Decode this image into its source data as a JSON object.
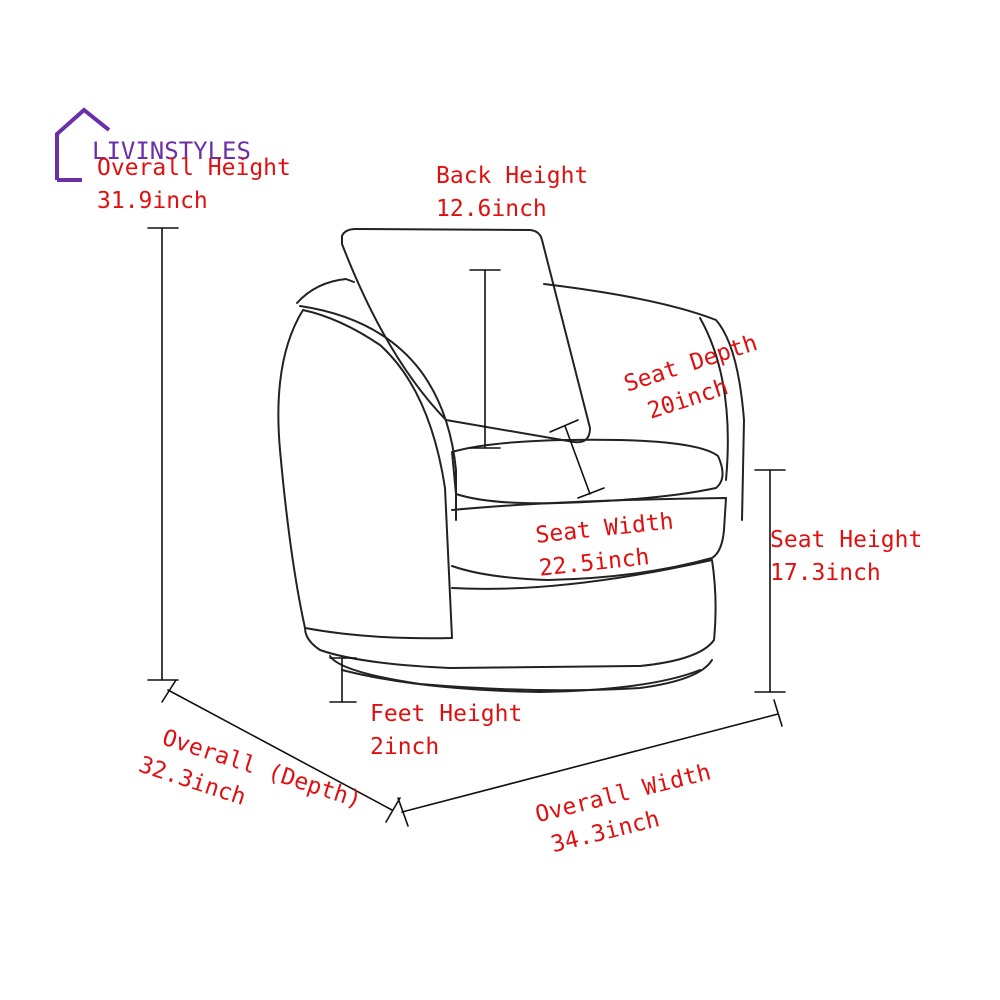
{
  "brand": {
    "name": "LIVINSTYLES",
    "color": "#6b2fa8"
  },
  "label_color": "#e01010",
  "dimensions": {
    "overall_height": {
      "label": "Overall Height",
      "value": "31.9inch"
    },
    "back_height": {
      "label": "Back Height",
      "value": "12.6inch"
    },
    "seat_depth": {
      "label": "Seat Depth",
      "value": "20inch"
    },
    "seat_width": {
      "label": "Seat Width",
      "value": "22.5inch"
    },
    "seat_height": {
      "label": "Seat Height",
      "value": "17.3inch"
    },
    "feet_height": {
      "label": "Feet Height",
      "value": "2inch"
    },
    "overall_depth": {
      "label": "Overall (Depth)",
      "value": "32.3inch"
    },
    "overall_width": {
      "label": "Overall Width",
      "value": "34.3inch"
    }
  }
}
